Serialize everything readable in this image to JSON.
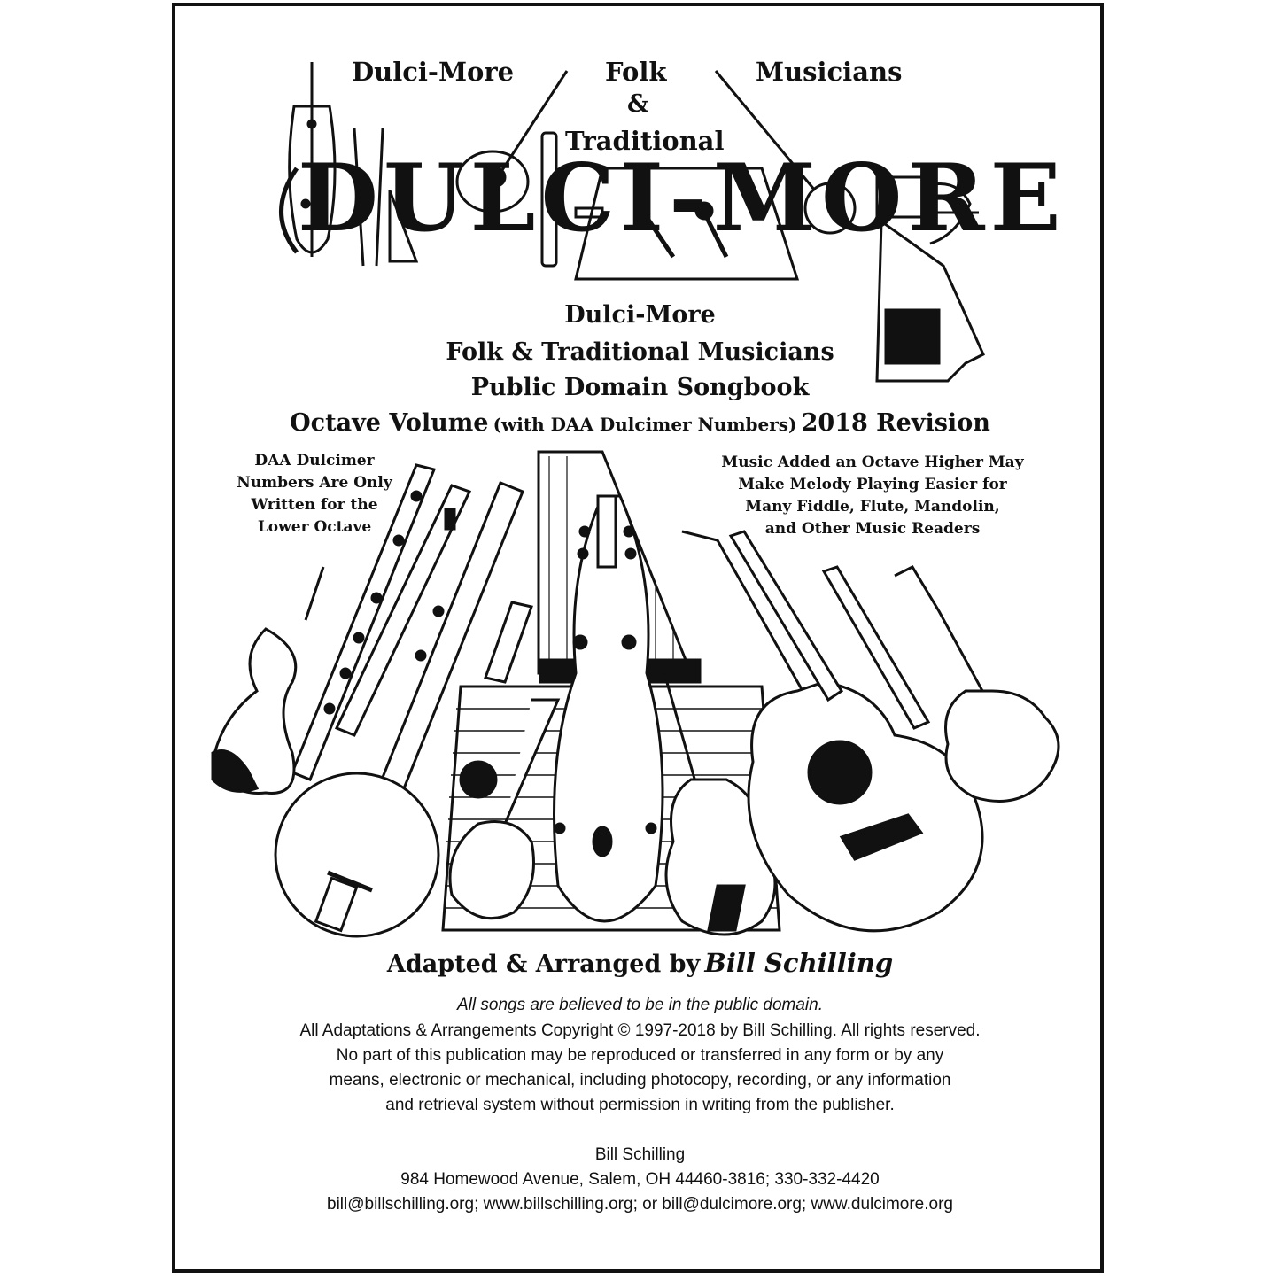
{
  "header": {
    "left": "Dulci-More",
    "center": "Folk",
    "amp": "&",
    "center2": "Traditional",
    "right": "Musicians"
  },
  "logo": {
    "text": "DULCI-MORE"
  },
  "titles": {
    "line1": "Dulci-More",
    "line2": "Folk & Traditional Musicians",
    "line3": "Public Domain Songbook",
    "volume": "Octave Volume",
    "volume_note": "(with DAA Dulcimer Numbers)",
    "revision": "2018 Revision"
  },
  "notes": {
    "left": [
      "DAA Dulcimer",
      "Numbers Are Only",
      "Written for the",
      "Lower Octave"
    ],
    "right": [
      "Music Added an Octave Higher May",
      "Make Melody Playing Easier for",
      "Many Fiddle, Flute, Mandolin,",
      "and Other Music Readers"
    ]
  },
  "credit": {
    "prefix": "Adapted & Arranged by",
    "author": "Bill Schilling"
  },
  "legal": {
    "disclaimer": "All songs are believed to be in the public domain.",
    "copyright": "All Adaptations & Arrangements Copyright © 1997-2018 by Bill Schilling. All rights reserved.",
    "rights1": "No part of this publication may be reproduced or transferred in any form or by any",
    "rights2": "means, electronic or mechanical, including photocopy, recording, or any information",
    "rights3": "and retrieval system without permission in writing from the publisher."
  },
  "contact": {
    "name": "Bill Schilling",
    "address": "984 Homewood Avenue, Salem, OH 44460-3816; 330-332-4420",
    "emails": "bill@billschilling.org; www.billschilling.org; or bill@dulcimore.org; www.dulcimore.org"
  }
}
